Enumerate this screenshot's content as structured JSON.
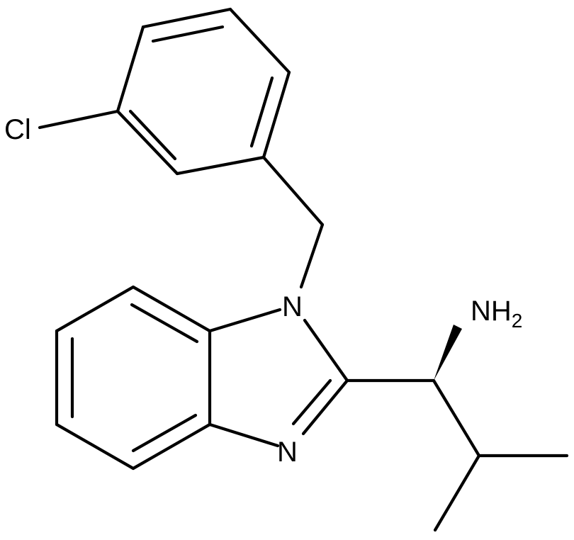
{
  "molecule": {
    "atom_labels": {
      "chlorine": "Cl",
      "n1": "N",
      "n3": "N",
      "amine": "NH",
      "amine_subscript": "2"
    },
    "colors": {
      "bond": "#000000",
      "background": "#ffffff"
    }
  }
}
